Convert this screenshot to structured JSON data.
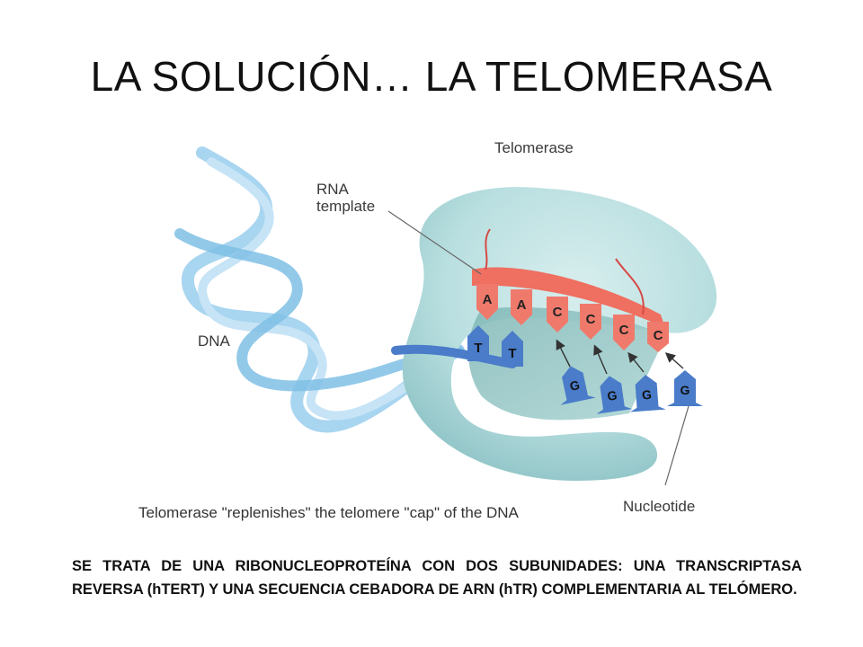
{
  "title": "LA SOLUCIÓN… LA TELOMERASA",
  "figure": {
    "labels": {
      "telomerase": "Telomerase",
      "rna_template": "RNA\ntemplate",
      "dna": "DNA",
      "nucleotide": "Nucleotide"
    },
    "caption": "Telomerase \"replenishes\" the telomere \"cap\" of the DNA",
    "template_bases": [
      "A",
      "A",
      "C",
      "C",
      "C",
      "C"
    ],
    "dna_bases": [
      "T",
      "T"
    ],
    "incoming_nucleotides": [
      "G",
      "G",
      "G",
      "G"
    ],
    "colors": {
      "enzyme": "#b9dfe0",
      "rna": "#ef6f60",
      "dna_strand": "#9fd0ee",
      "base": "#4a7cc9"
    }
  },
  "body": "SE TRATA DE UNA RIBONUCLEOPROTEÍNA CON DOS SUBUNIDADES: UNA TRANSCRIPTASA REVERSA (hTERT) Y  UNA SECUENCIA CEBADORA DE ARN  (hTR) COMPLEMENTARIA AL TELÓMERO."
}
